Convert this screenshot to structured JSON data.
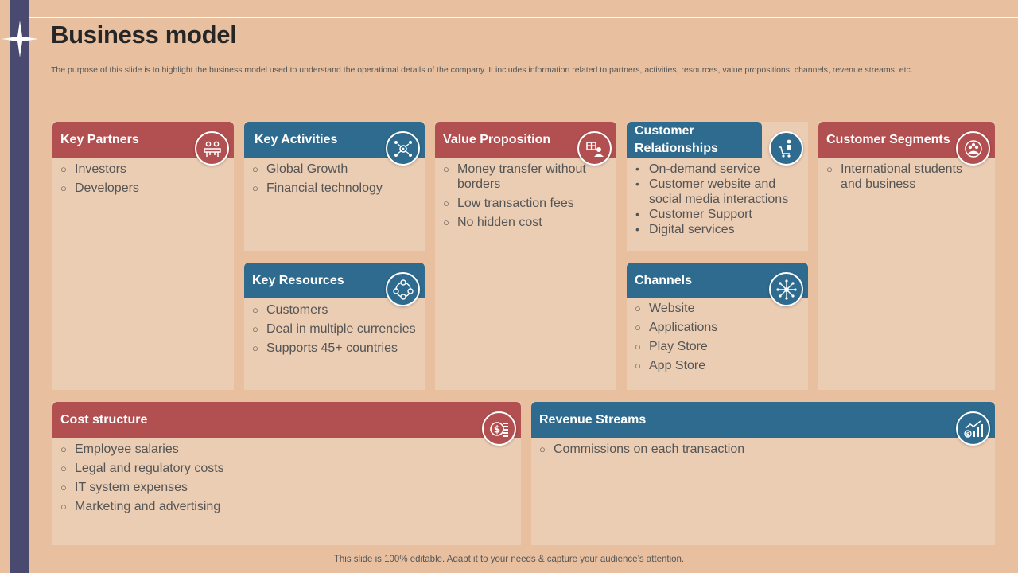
{
  "slide": {
    "title": "Business model",
    "subtitle": "The purpose of this slide is to highlight the business model used to understand the operational details of the company. It includes information related to partners, activities, resources, value propositions, channels, revenue streams, etc.",
    "footer": "This slide is 100% editable. Adapt it to your needs & capture your audience’s attention."
  },
  "colors": {
    "red": "#b24f50",
    "blue": "#2e6b8e",
    "background": "#e8c0a0",
    "card": "#ebcdb4",
    "sidebar": "#4a4a70"
  },
  "cards": {
    "key_partners": {
      "title": "Key Partners",
      "icon": "meeting-icon",
      "items": [
        "Investors",
        "Developers"
      ]
    },
    "key_activities": {
      "title": "Key Activities",
      "icon": "network-gear-icon",
      "items": [
        "Global Growth",
        "Financial technology"
      ]
    },
    "key_resources": {
      "title": "Key Resources",
      "icon": "resources-cycle-icon",
      "items": [
        "Customers",
        "Deal in multiple currencies",
        "Supports 45+ countries"
      ]
    },
    "value_proposition": {
      "title": "Value Proposition",
      "icon": "gift-user-icon",
      "items": [
        "Money transfer without borders",
        "Low transaction fees",
        "No hidden cost"
      ]
    },
    "customer_relationships": {
      "title": "Customer Relationships",
      "icon": "shopping-cart-user-icon",
      "items": [
        "On-demand service",
        "Customer website and social media interactions",
        "Customer Support",
        "Digital services"
      ]
    },
    "channels": {
      "title": "Channels",
      "icon": "hub-network-icon",
      "items": [
        "Website",
        "Applications",
        "Play Store",
        "App Store"
      ]
    },
    "customer_segments": {
      "title": "Customer Segments",
      "icon": "segments-people-icon",
      "items": [
        "International  students and business"
      ]
    },
    "cost_structure": {
      "title": "Cost structure",
      "icon": "dollar-coins-icon",
      "items": [
        "Employee salaries",
        "Legal and regulatory  costs",
        "IT  system  expenses",
        "Marketing and advertising"
      ]
    },
    "revenue_streams": {
      "title": "Revenue Streams",
      "icon": "revenue-chart-icon",
      "items": [
        "Commissions on each transaction"
      ]
    }
  }
}
